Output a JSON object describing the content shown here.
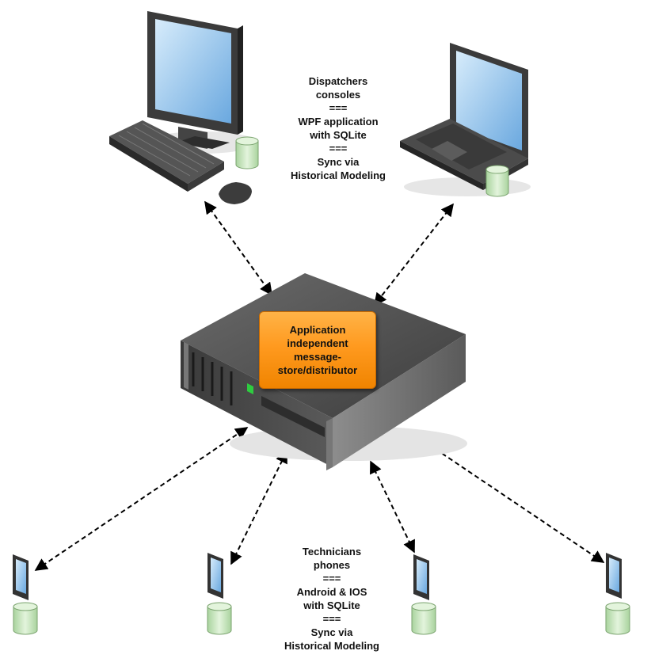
{
  "dispatcher_note": {
    "lines": [
      "Dispatchers",
      "consoles",
      "===",
      "WPF application",
      "with SQLite",
      "===",
      "Sync via",
      "Historical Modeling"
    ]
  },
  "server_box": {
    "lines": [
      "Application",
      "independent",
      "message-",
      "store/distributor"
    ]
  },
  "technician_note": {
    "lines": [
      "Technicians",
      "phones",
      "===",
      "Android & IOS",
      "with SQLite",
      "===",
      "Sync via",
      "Historical Modeling"
    ]
  },
  "icons": [
    "desktop-computer-icon",
    "laptop-icon",
    "server-icon",
    "phone-icon",
    "database-icon"
  ],
  "colors": {
    "label_box": "#ff9a1f",
    "screen": "#7fb7e6",
    "database": "#c9e8c1",
    "device_body": "#3a3a3a"
  }
}
